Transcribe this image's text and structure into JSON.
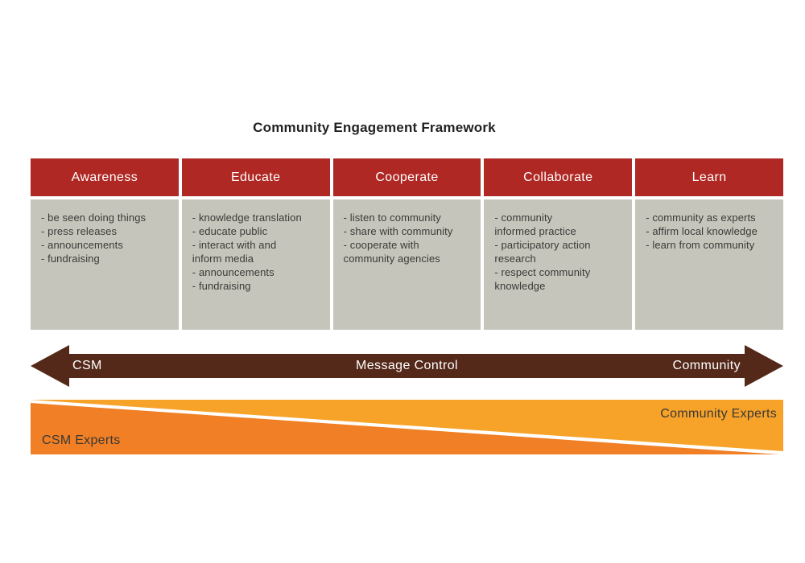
{
  "title": "Community Engagement Framework",
  "table": {
    "columns": [
      {
        "header": "Awareness",
        "items": [
          "- be seen doing things",
          "- press releases",
          "- announcements",
          "- fundraising"
        ]
      },
      {
        "header": "Educate",
        "items": [
          "- knowledge translation",
          "- educate public",
          "- interact with and\ninform media",
          "- announcements",
          "- fundraising"
        ]
      },
      {
        "header": "Cooperate",
        "items": [
          "- listen to community",
          "- share with community",
          "- cooperate with\ncommunity agencies"
        ]
      },
      {
        "header": "Collaborate",
        "items": [
          "- community\ninformed practice",
          "- participatory action\nresearch",
          "- respect community\nknowledge"
        ]
      },
      {
        "header": "Learn",
        "items": [
          "- community as experts",
          "- affirm local knowledge",
          "- learn from community"
        ]
      }
    ]
  },
  "arrow": {
    "left_label": "CSM",
    "center_label": "Message Control",
    "right_label": "Community"
  },
  "expertise": {
    "left_label": "CSM Experts",
    "right_label": "Community Experts"
  },
  "colors": {
    "header_red": "#AF2823",
    "cell_gray": "#C6C5BC",
    "arrow_brown": "#54291A",
    "orange_light": "#F7A329",
    "orange_dark": "#F07F25",
    "text_dark": "#3B3935",
    "text_light": "#FFFFFF"
  }
}
